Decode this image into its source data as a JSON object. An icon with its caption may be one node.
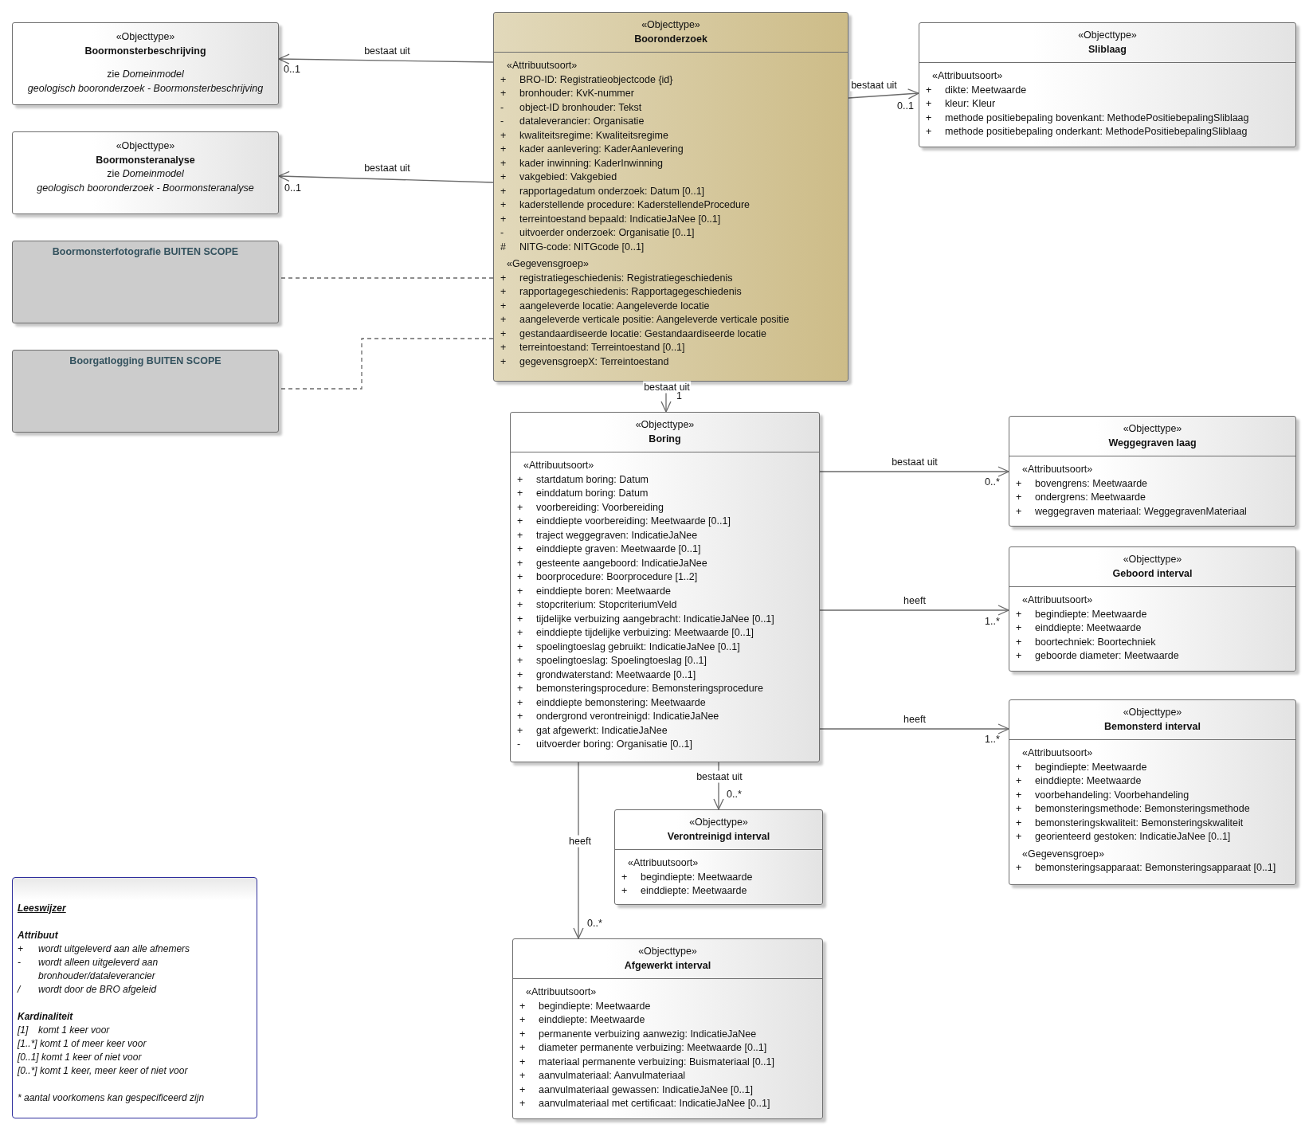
{
  "diagram": {
    "nodes": [
      {
        "text": [
          "«Objecttype»",
          "Boormonsterbeschrijving",
          "zie *Domeinmodel*",
          "geologisch booronderzoek - Boormonsterbeschrijving"
        ]
      },
      {
        "text": [
          "«Objecttype»",
          "Boormonsteranalyse",
          "zie *Domeinmodel*",
          "geologisch booronderzoek - Boormonsteranalyse"
        ]
      },
      {
        "text": [
          "Boormonsterfotografie BUITEN SCOPE"
        ]
      },
      {
        "text": [
          "Boorgatlogging BUITEN SCOPE"
        ]
      },
      {
        "text": [
          "«Objecttype»",
          "Booronderzoek",
          "«Attribuutsoort»",
          "+",
          "BRO-ID: Registratieobjectcode {id}",
          "+",
          "bronhouder: KvK-nummer",
          "-",
          "object-ID bronhouder: Tekst",
          "-",
          "dataleverancier: Organisatie",
          "+",
          "kwaliteitsregime: Kwaliteitsregime",
          "+",
          "kader aanlevering: KaderAanlevering",
          "+",
          "kader inwinning: KaderInwinning",
          "+",
          "vakgebied: Vakgebied",
          "+",
          "rapportagedatum onderzoek: Datum [0..1]",
          "+",
          "kaderstellende procedure: KaderstellendeProcedure",
          "+",
          "terreintoestand bepaald: IndicatieJaNee [0..1]",
          "-",
          "uitvoerder onderzoek: Organisatie [0..1]",
          "#",
          "NITG-code: NITGcode [0..1]",
          "«Gegevensgroep»",
          "+",
          "registratiegeschiedenis: Registratiegeschiedenis",
          "+",
          "rapportagegeschiedenis: Rapportagegeschiedenis",
          "+",
          "aangeleverde locatie: Aangeleverde locatie",
          "+",
          "aangeleverde verticale positie: Aangeleverde verticale positie",
          "+",
          "gestandaardiseerde locatie: Gestandaardiseerde locatie",
          "+",
          "terreintoestand: Terreintoestand [0..1]",
          "+",
          "gegevensgroepX: Terreintoestand"
        ]
      },
      {
        "text": [
          "«Objecttype»",
          "Sliblaag",
          "«Attribuutsoort»",
          "+",
          "dikte: Meetwaarde",
          "+",
          "kleur: Kleur",
          "+",
          "methode positiebepaling bovenkant: MethodePositiebepalingSliblaag",
          "+",
          "methode positiebepaling onderkant: MethodePositiebepalingSliblaag"
        ]
      },
      {
        "text": [
          "«Objecttype»",
          "Boring",
          "«Attribuutsoort»",
          "+",
          "startdatum boring: Datum",
          "+",
          "einddatum boring: Datum",
          "+",
          "voorbereiding: Voorbereiding",
          "+",
          "einddiepte voorbereiding: Meetwaarde [0..1]",
          "+",
          "traject weggegraven: IndicatieJaNee",
          "+",
          "einddiepte graven: Meetwaarde [0..1]",
          "+",
          "gesteente aangeboord: IndicatieJaNee",
          "+",
          "boorprocedure: Boorprocedure [1..2]",
          "+",
          "einddiepte boren: Meetwaarde",
          "+",
          "stopcriterium: StopcriteriumVeld",
          "+",
          "tijdelijke verbuizing aangebracht: IndicatieJaNee [0..1]",
          "+",
          "einddiepte tijdelijke verbuizing: Meetwaarde [0..1]",
          "+",
          "spoelingtoeslag gebruikt: IndicatieJaNee [0..1]",
          "+",
          "spoelingtoeslag: Spoelingtoeslag [0..1]",
          "+",
          "grondwaterstand: Meetwaarde [0..1]",
          "+",
          "bemonsteringsprocedure: Bemonsteringsprocedure",
          "+",
          "einddiepte bemonstering: Meetwaarde",
          "+",
          "ondergrond verontreinigd: IndicatieJaNee",
          "+",
          "gat afgewerkt: IndicatieJaNee",
          "-",
          "uitvoerder boring: Organisatie [0..1]"
        ]
      },
      {
        "text": [
          "«Objecttype»",
          "Weggegraven laag",
          "«Attribuutsoort»",
          "+",
          "bovengrens: Meetwaarde",
          "+",
          "ondergrens: Meetwaarde",
          "+",
          "weggegraven materiaal: WeggegravenMateriaal"
        ]
      },
      {
        "text": [
          "«Objecttype»",
          "Geboord interval",
          "«Attribuutsoort»",
          "+",
          "begindiepte: Meetwaarde",
          "+",
          "einddiepte: Meetwaarde",
          "+",
          "boortechniek: Boortechniek",
          "+",
          "geboorde diameter: Meetwaarde"
        ]
      },
      {
        "text": [
          "«Objecttype»",
          "Bemonsterd interval",
          "«Attribuutsoort»",
          "+",
          "begindiepte: Meetwaarde",
          "+",
          "einddiepte: Meetwaarde",
          "+",
          "voorbehandeling: Voorbehandeling",
          "+",
          "bemonsteringsmethode: Bemonsteringsmethode",
          "+",
          "bemonsteringskwaliteit: Bemonsteringskwaliteit",
          "+",
          "georienteerd gestoken: IndicatieJaNee [0..1]",
          "«Gegevensgroep»",
          "+",
          "bemonsteringsapparaat: Bemonsteringsapparaat [0..1]"
        ]
      },
      {
        "text": [
          "«Objecttype»",
          "Verontreinigd interval",
          "«Attribuutsoort»",
          "+",
          "begindiepte: Meetwaarde",
          "+",
          "einddiepte: Meetwaarde"
        ]
      },
      {
        "text": [
          "«Objecttype»",
          "Afgewerkt interval",
          "«Attribuutsoort»",
          "+",
          "begindiepte: Meetwaarde",
          "+",
          "einddiepte: Meetwaarde",
          "+",
          "permanente verbuizing aanwezig: IndicatieJaNee",
          "+",
          "diameter permanente verbuizing: Meetwaarde [0..1]",
          "+",
          "materiaal permanente verbuizing: Buismateriaal [0..1]",
          "+",
          "aanvulmateriaal: Aanvulmateriaal",
          "+",
          "aanvulmateriaal gewassen: IndicatieJaNee [0..1]",
          "+",
          "aanvulmateriaal met certificaat: IndicatieJaNee [0..1]"
        ]
      },
      {
        "text": [
          "Leeswijzer",
          "Attribuut",
          "+",
          "wordt uitgeleverd aan alle afnemers",
          "-",
          "wordt alleen uitgeleverd aan bronhouder/dataleverancier",
          "/",
          "wordt door de BRO afgeleid",
          "Kardinaliteit",
          "[1]",
          "komt 1 keer voor",
          "[1..*] komt 1 of meer keer voor",
          "[0..1] komt 1 keer of niet voor",
          "[0..*] komt 1 keer, meer keer of niet voor",
          "* aantal voorkomens kan gespecificeerd zijn"
        ]
      }
    ],
    "edges": [
      {
        "from": 4,
        "to": 0,
        "arrow": "to",
        "label": "bestaat uit"
      },
      {
        "from": 4,
        "to": 1,
        "arrow": "to",
        "label": "bestaat uit"
      },
      {
        "from": 4,
        "to": 2,
        "arrow": "none",
        "style": "dashed"
      },
      {
        "from": 4,
        "to": 3,
        "arrow": "none",
        "style": "dashed"
      },
      {
        "from": 4,
        "to": 5,
        "arrow": "to",
        "label": "bestaat uit"
      },
      {
        "from": 4,
        "to": 6,
        "arrow": "to",
        "label": "bestaat uit"
      },
      {
        "from": 6,
        "to": 7,
        "arrow": "to",
        "label": "bestaat uit"
      },
      {
        "from": 6,
        "to": 8,
        "arrow": "to",
        "label": "heeft"
      },
      {
        "from": 6,
        "to": 9,
        "arrow": "to",
        "label": "heeft"
      },
      {
        "from": 6,
        "to": 10,
        "arrow": "to",
        "label": "bestaat uit"
      },
      {
        "from": 6,
        "to": 11,
        "arrow": "to",
        "label": "heeft"
      }
    ],
    "labels": [
      "0..1",
      "0..1",
      "0..1",
      "1",
      "0..*",
      "1..*",
      "1..*",
      "0..*",
      "0..*"
    ]
  }
}
